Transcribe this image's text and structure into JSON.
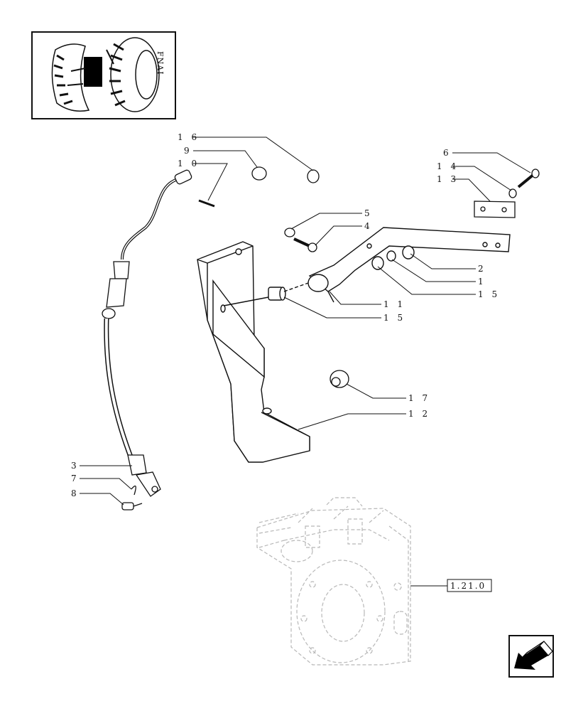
{
  "callouts": [
    {
      "id": "16",
      "label": "1 6"
    },
    {
      "id": "9",
      "label": "9"
    },
    {
      "id": "10",
      "label": "1 0"
    },
    {
      "id": "6",
      "label": "6"
    },
    {
      "id": "14",
      "label": "1 4"
    },
    {
      "id": "13",
      "label": "1 3"
    },
    {
      "id": "5",
      "label": "5"
    },
    {
      "id": "4",
      "label": "4"
    },
    {
      "id": "2",
      "label": "2"
    },
    {
      "id": "1",
      "label": "1"
    },
    {
      "id": "15a",
      "label": "1 5"
    },
    {
      "id": "11",
      "label": "1 1"
    },
    {
      "id": "15b",
      "label": "1 5"
    },
    {
      "id": "17",
      "label": "1 7"
    },
    {
      "id": "12",
      "label": "1 2"
    },
    {
      "id": "3",
      "label": "3"
    },
    {
      "id": "7",
      "label": "7"
    },
    {
      "id": "8",
      "label": "8"
    }
  ],
  "reference": {
    "label": "1.21.0"
  },
  "icons": {
    "thumbnail": "tractor-rear-thumbnail-icon",
    "nav": "previous-page-arrow-icon"
  },
  "colors": {
    "line": "#111111",
    "ghost": "#b8b8b8",
    "dark": "#000000"
  }
}
